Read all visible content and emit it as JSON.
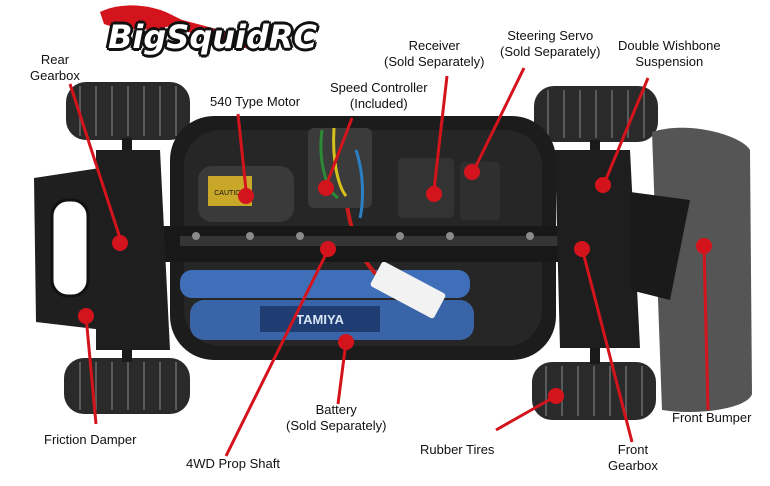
{
  "logo": {
    "text": "BigSquidRC",
    "color": "#d4141c"
  },
  "colors": {
    "callout": "#d4141c",
    "chassis": "#1c1c1c",
    "bumper": "#555555",
    "battery": "#3f6fb8"
  },
  "labels": {
    "rear_gearbox": [
      "Rear",
      "Gearbox"
    ],
    "motor": [
      "540 Type Motor"
    ],
    "speed_controller": [
      "Speed Controller",
      "(Included)"
    ],
    "receiver": [
      "Receiver",
      "(Sold Separately)"
    ],
    "steering_servo": [
      "Steering Servo",
      "(Sold Separately)"
    ],
    "wishbone": [
      "Double Wishbone",
      "Suspension"
    ],
    "friction_damper": [
      "Friction Damper"
    ],
    "prop_shaft": [
      "4WD Prop Shaft"
    ],
    "battery": [
      "Battery",
      "(Sold Separately)"
    ],
    "rubber_tires": [
      "Rubber Tires"
    ],
    "front_gearbox": [
      "Front",
      "Gearbox"
    ],
    "front_bumper": [
      "Front Bumper"
    ]
  },
  "battery_print": "TAMIYA",
  "motor_print": "CAUTION"
}
